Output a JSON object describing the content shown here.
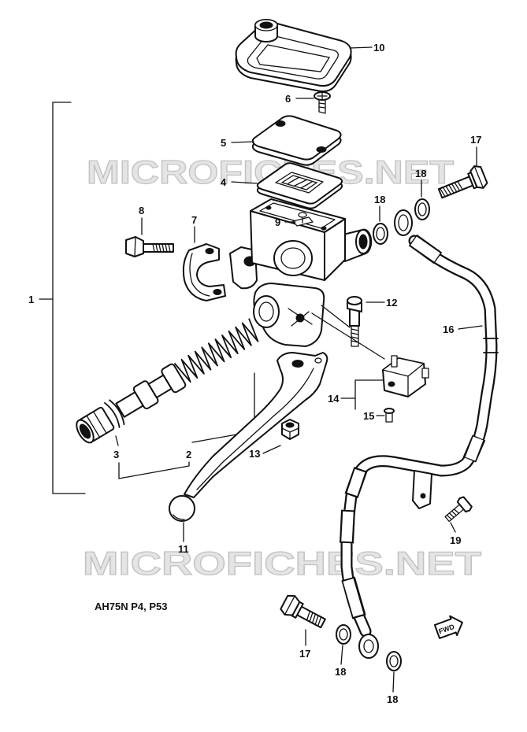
{
  "diagram": {
    "model_code": "AH75N P4, P53",
    "watermark": "MICROFICHES.NET",
    "fwd_label": "FWD",
    "callouts": [
      "10",
      "6",
      "5",
      "17",
      "4",
      "18",
      "8",
      "7",
      "18",
      "9",
      "1",
      "12",
      "16",
      "14",
      "15",
      "3",
      "2",
      "13",
      "19",
      "11",
      "17",
      "18",
      "18"
    ]
  }
}
